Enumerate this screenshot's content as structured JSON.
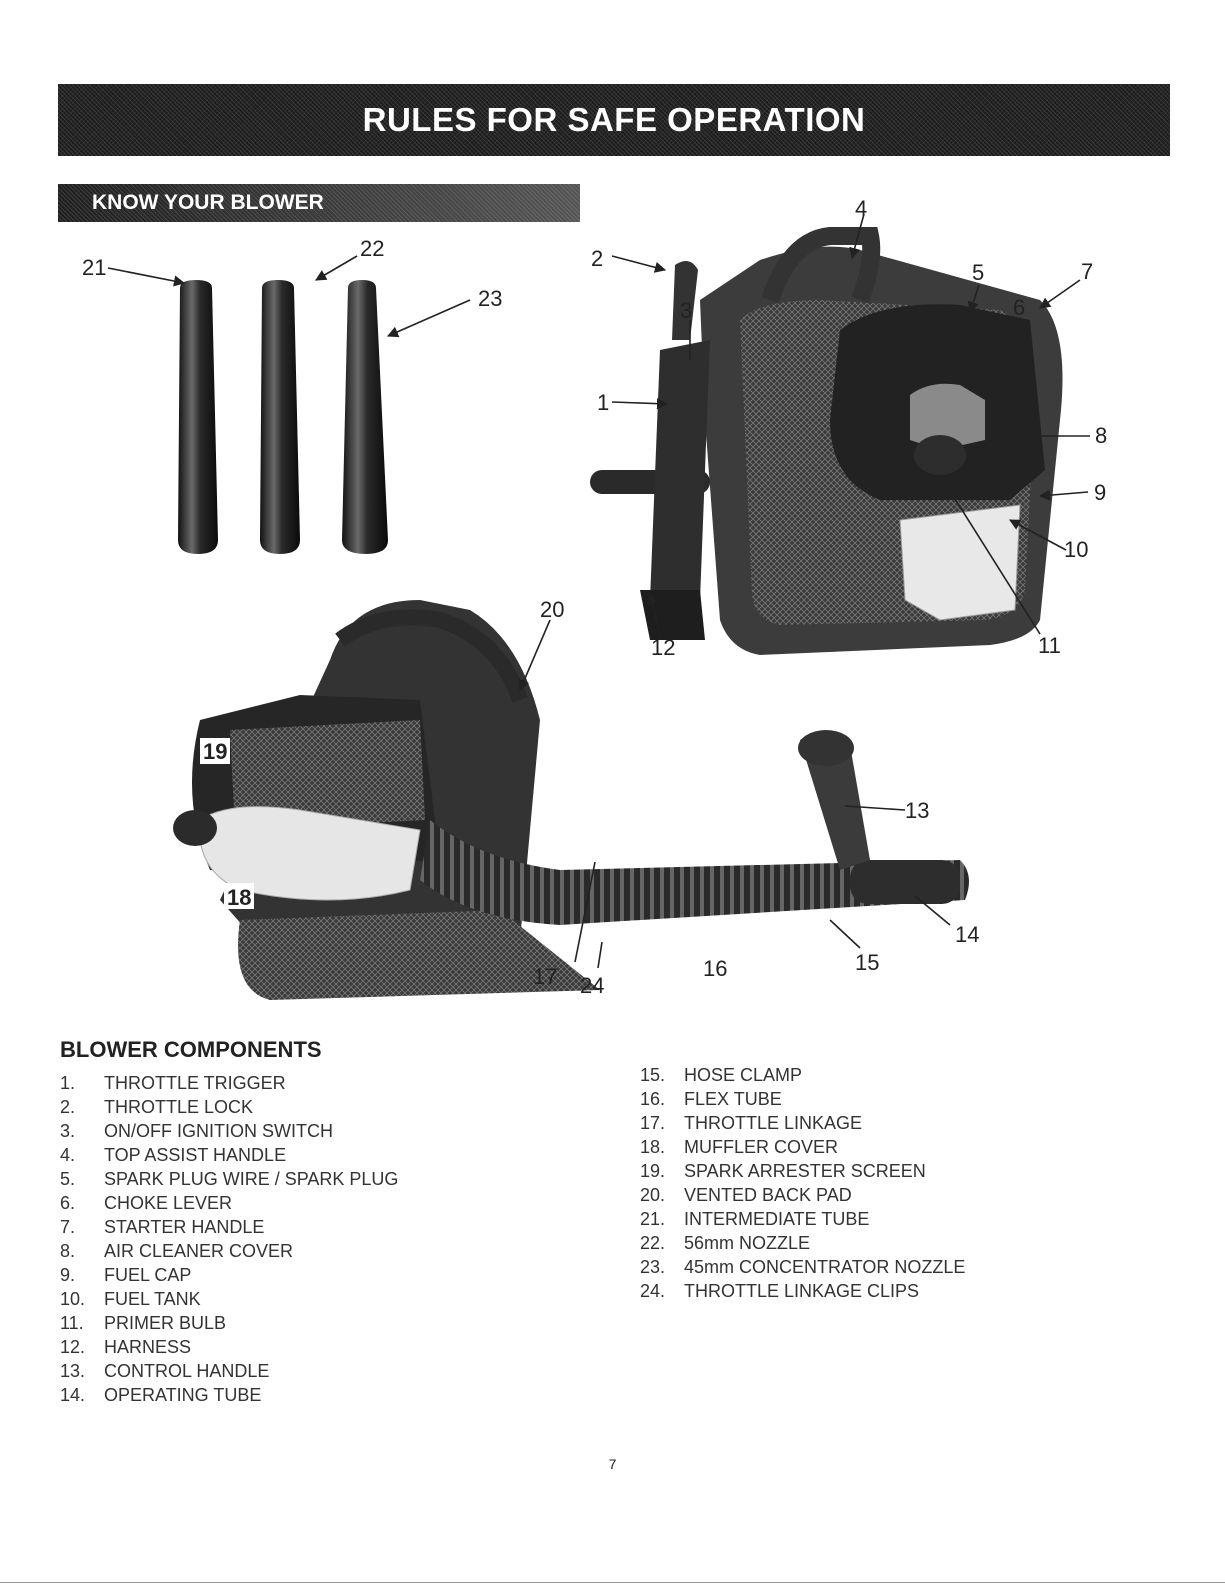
{
  "header": {
    "title": "RULES FOR SAFE OPERATION"
  },
  "section": {
    "title": "KNOW YOUR BLOWER"
  },
  "callouts": {
    "c1": "1",
    "c2": "2",
    "c3": "3",
    "c4": "4",
    "c5": "5",
    "c6": "6",
    "c7": "7",
    "c8": "8",
    "c9": "9",
    "c10": "10",
    "c11": "11",
    "c12": "12",
    "c13": "13",
    "c14": "14",
    "c15": "15",
    "c16": "16",
    "c17": "17",
    "c18": "18",
    "c19": "19",
    "c20": "20",
    "c21": "21",
    "c22": "22",
    "c23": "23",
    "c24": "24"
  },
  "components": {
    "heading": "BLOWER COMPONENTS",
    "left": [
      {
        "num": "1.",
        "label": "THROTTLE TRIGGER"
      },
      {
        "num": "2.",
        "label": "THROTTLE LOCK"
      },
      {
        "num": "3.",
        "label": "ON/OFF IGNITION SWITCH"
      },
      {
        "num": "4.",
        "label": "TOP ASSIST HANDLE"
      },
      {
        "num": "5.",
        "label": "SPARK PLUG WIRE / SPARK PLUG"
      },
      {
        "num": "6.",
        "label": "CHOKE LEVER"
      },
      {
        "num": "7.",
        "label": "STARTER HANDLE"
      },
      {
        "num": "8.",
        "label": "AIR CLEANER COVER"
      },
      {
        "num": "9.",
        "label": "FUEL CAP"
      },
      {
        "num": "10.",
        "label": "FUEL TANK"
      },
      {
        "num": "11.",
        "label": "PRIMER BULB"
      },
      {
        "num": "12.",
        "label": "HARNESS"
      },
      {
        "num": "13.",
        "label": "CONTROL HANDLE"
      },
      {
        "num": "14.",
        "label": "OPERATING TUBE"
      }
    ],
    "right": [
      {
        "num": "15.",
        "label": "HOSE CLAMP"
      },
      {
        "num": "16.",
        "label": "FLEX TUBE"
      },
      {
        "num": "17.",
        "label": "THROTTLE LINKAGE"
      },
      {
        "num": "18.",
        "label": "MUFFLER COVER"
      },
      {
        "num": "19.",
        "label": "SPARK ARRESTER SCREEN"
      },
      {
        "num": "20.",
        "label": "VENTED BACK PAD"
      },
      {
        "num": "21.",
        "label": "INTERMEDIATE TUBE"
      },
      {
        "num": "22.",
        "label": "56mm NOZZLE"
      },
      {
        "num": "23.",
        "label": "45mm CONCENTRATOR NOZZLE"
      },
      {
        "num": "24.",
        "label": "THROTTLE LINKAGE CLIPS"
      }
    ]
  },
  "page": {
    "number": "7"
  }
}
